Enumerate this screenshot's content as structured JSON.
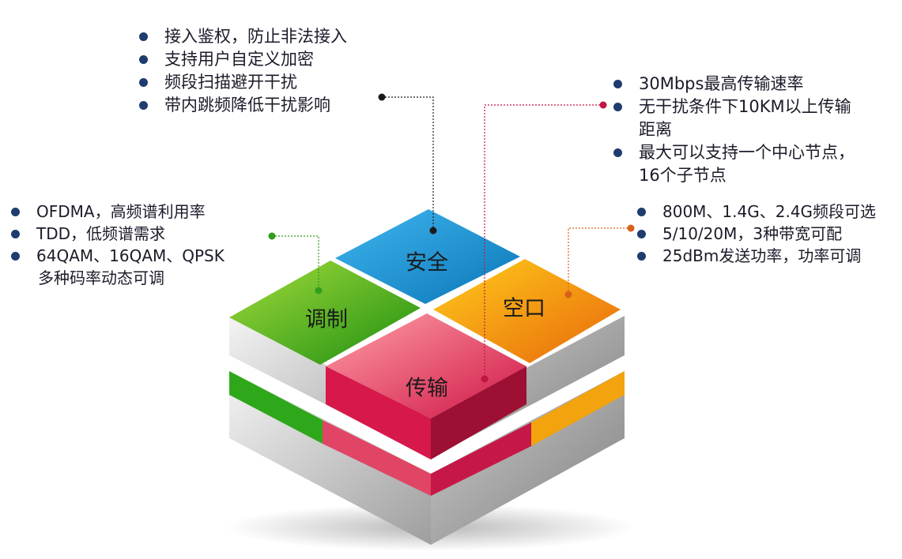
{
  "quadrants": [
    {
      "id": "security",
      "label": "安全",
      "color": "#1f9fdc",
      "points": [
        "接入鉴权，防止非法接入",
        "支持用户自定义加密",
        "频段扫描避开干扰",
        "带内跳频降低干扰影响"
      ]
    },
    {
      "id": "modulation",
      "label": "调制",
      "color": "#4fb81e",
      "points": [
        "OFDMA，高频谱利用率",
        "TDD，低频谱需求",
        [
          "64QAM、16QAM、QPSK",
          "多种码率动态可调"
        ]
      ]
    },
    {
      "id": "airport",
      "label": "空口",
      "color": "#f59d0a",
      "points": [
        "800M、1.4G、2.4G频段可选",
        "5/10/20M，3种带宽可配",
        "25dBm发送功率，功率可调"
      ]
    },
    {
      "id": "transmission",
      "label": "传输",
      "color": "#e5335a",
      "points": [
        "30Mbps最高传输速率",
        [
          "无干扰条件下10KM以上传输",
          "距离"
        ],
        [
          "最大可以支持一个中心节点，",
          "16个子节点"
        ]
      ]
    }
  ],
  "colors": {
    "bullet": "#1f3c6e",
    "connector_security": "#1a1a1a",
    "connector_modulation": "#2f9e1a",
    "connector_airport": "#d9601a",
    "connector_transmission": "#c0163f"
  }
}
